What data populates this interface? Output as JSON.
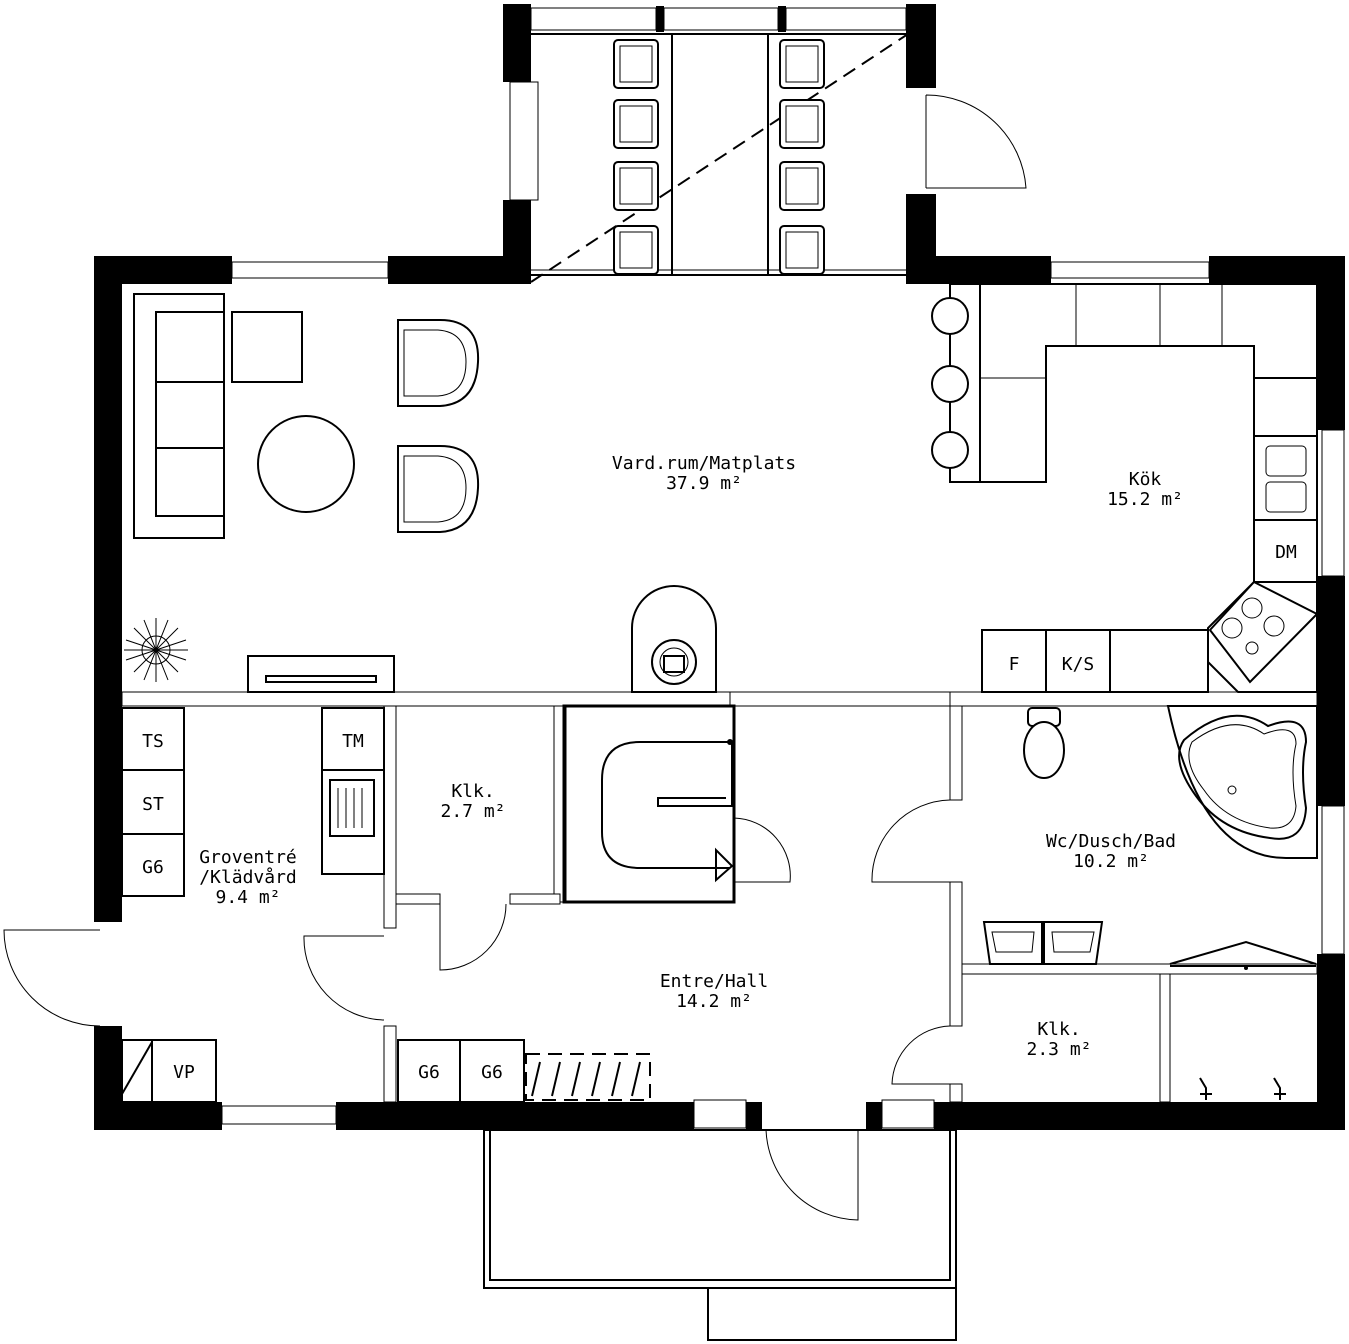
{
  "rooms": {
    "vardrum": {
      "name": "Vard.rum/Matplats",
      "area": "37.9 m²"
    },
    "kok": {
      "name": "Kök",
      "area": "15.2 m²"
    },
    "klk1": {
      "name": "Klk.",
      "area": "2.7 m²"
    },
    "groventre": {
      "name1": "Groventré",
      "name2": "/Klädvård",
      "area": "9.4 m²"
    },
    "entre": {
      "name": "Entre/Hall",
      "area": "14.2 m²"
    },
    "wc": {
      "name": "Wc/Dusch/Bad",
      "area": "10.2 m²"
    },
    "klk2": {
      "name": "Klk.",
      "area": "2.3 m²"
    }
  },
  "appliances": {
    "dm": "DM",
    "f": "F",
    "ks": "K/S",
    "ts": "TS",
    "st": "ST",
    "g6_left": "G6",
    "tm": "TM",
    "vp": "VP",
    "g6_hall_1": "G6",
    "g6_hall_2": "G6"
  }
}
